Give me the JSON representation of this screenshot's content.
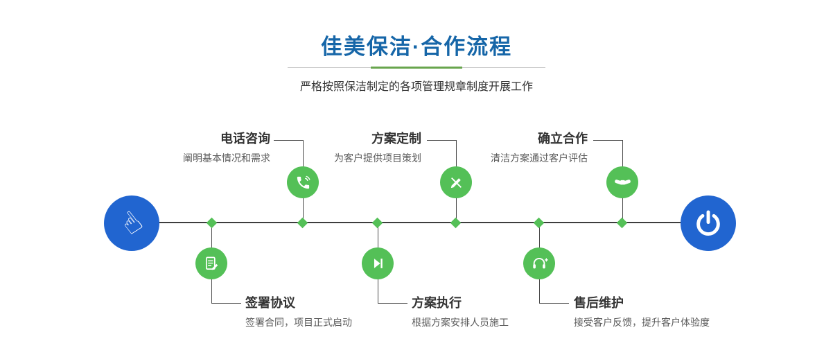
{
  "header": {
    "title": "佳美保洁·合作流程",
    "subtitle": "严格按照保洁制定的各项管理规章制度开展工作"
  },
  "endpoints": {
    "start_icon": "pointing-hand-icon",
    "start_glyph": "☝",
    "end_icon": "power-icon"
  },
  "steps_top": [
    {
      "title": "电话咨询",
      "desc": "阐明基本情况和需求",
      "icon": "phone-icon"
    },
    {
      "title": "方案定制",
      "desc": "为客户提供项目策划",
      "icon": "pen-icon"
    },
    {
      "title": "确立合作",
      "desc": "清洁方案通过客户评估",
      "icon": "handshake-icon"
    }
  ],
  "steps_bottom": [
    {
      "title": "签署协议",
      "desc": "签署合同，项目正式启动",
      "icon": "document-icon"
    },
    {
      "title": "方案执行",
      "desc": "根据方案安排人员施工",
      "icon": "play-icon"
    },
    {
      "title": "售后维护",
      "desc": "接受客户反馈，提升客户体验度",
      "icon": "headset-icon"
    }
  ],
  "colors": {
    "blue": "#2165d0",
    "green": "#54c057",
    "title_blue": "#1666a8",
    "divider_green": "#68a54d",
    "line": "#3d3d3d"
  }
}
